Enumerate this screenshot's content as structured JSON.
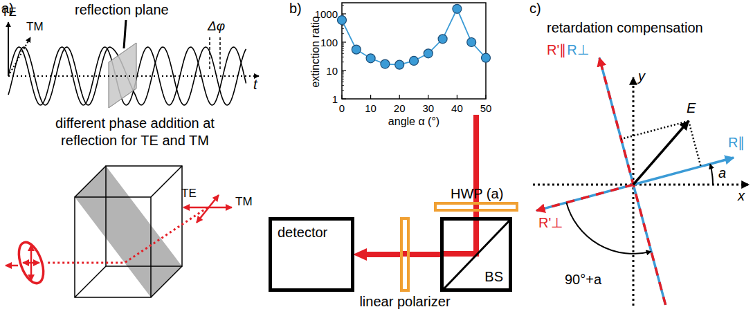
{
  "diagram": {
    "nodes": [
      {
        "text": [
          "HWP (a)"
        ]
      },
      {
        "text": [
          "detector"
        ]
      },
      {
        "text": [
          "BS"
        ]
      },
      {
        "text": [
          "linear polarizer"
        ]
      }
    ],
    "edges": [
      {
        "from": 0,
        "to": 2,
        "arrow": "none"
      },
      {
        "from": 2,
        "to": 3,
        "arrow": "none"
      },
      {
        "from": 3,
        "to": 1,
        "arrow": "to"
      }
    ],
    "labels": [
      "a)",
      "TE",
      "TM",
      "reflection plane",
      "Δφ",
      "t",
      "different phase addition at reflection for TE and TM",
      "TE",
      "TM",
      "b)",
      "1000",
      "100",
      "10",
      "1",
      "extinction ratio",
      "0",
      "10",
      "20",
      "30",
      "40",
      "50",
      "angle α (°)",
      "c)",
      "retardation compensation",
      "R'∥",
      "R⊥",
      "y",
      "E",
      "R∥",
      "x",
      "a",
      "R'⊥",
      "90°+a"
    ]
  }
}
